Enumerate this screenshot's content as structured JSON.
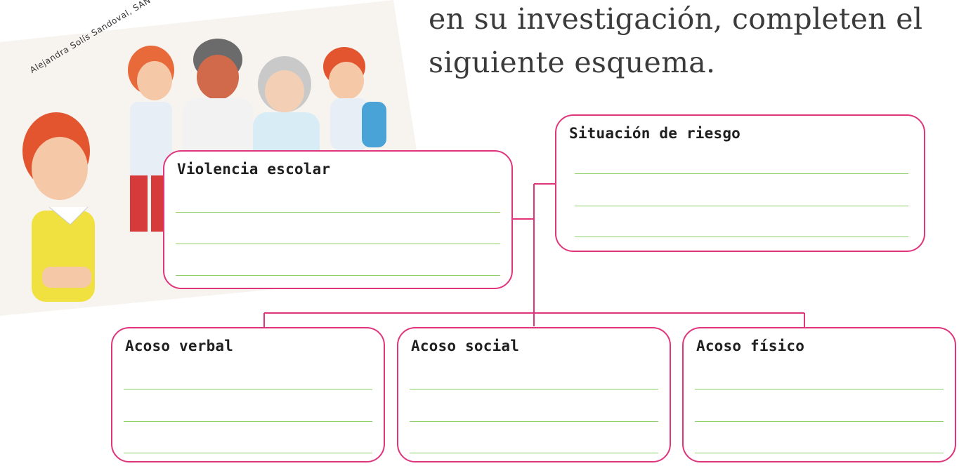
{
  "intro": {
    "line1": "en su investigación, completen el",
    "line2": "siguiente esquema."
  },
  "illustration": {
    "credit": "Alejandra Solís Sandoval, SAN LUIS POTOSÍ"
  },
  "diagram": {
    "center": {
      "title": "Violencia escolar"
    },
    "risk": {
      "title": "Situación de riesgo"
    },
    "children": [
      {
        "title": "Acoso verbal"
      },
      {
        "title": "Acoso social"
      },
      {
        "title": "Acoso físico"
      }
    ]
  },
  "colors": {
    "box_border": "#e0357d",
    "answer_line": "#8fcf6a",
    "connector": "#e0357d"
  }
}
